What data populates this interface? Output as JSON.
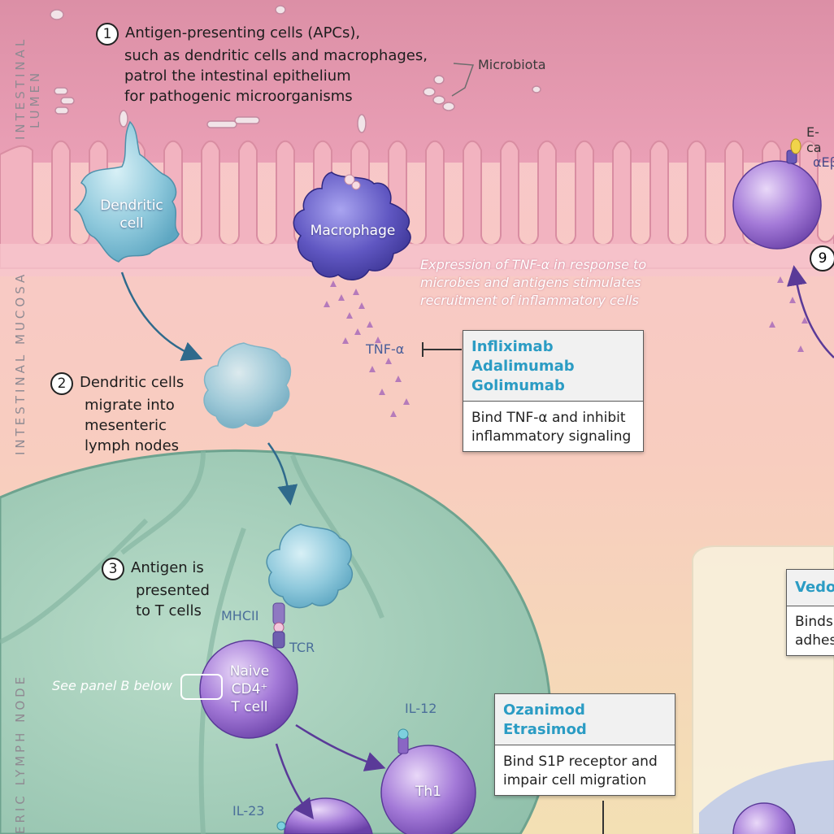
{
  "side_labels": {
    "lumen": [
      "INTESTINAL",
      "LUMEN"
    ],
    "mucosa": "INTESTINAL MUCOSA",
    "lymph_node": "ERIC LYMPH NODE"
  },
  "steps": {
    "s1": {
      "num": "1",
      "lines": [
        "Antigen-presenting cells (APCs),",
        "such as dendritic cells and macrophages,",
        "patrol the intestinal epithelium",
        "for pathogenic microorganisms"
      ]
    },
    "s2": {
      "num": "2",
      "lines": [
        "Dendritic cells",
        "migrate into",
        "mesenteric",
        "lymph nodes"
      ]
    },
    "s3": {
      "num": "3",
      "lines": [
        "Antigen is",
        "presented",
        "to T cells"
      ]
    },
    "s9": {
      "num": "9"
    }
  },
  "labels": {
    "microbiota": "Microbiota",
    "dendritic_cell": [
      "Dendritic",
      "cell"
    ],
    "macrophage": "Macrophage",
    "tnf_expression": [
      "Expression of TNF-α in response to",
      "microbes and antigens stimulates",
      "recruitment of inflammatory cells"
    ],
    "tnf": "TNF-α",
    "mhcii": "MHCII",
    "tcr": "TCR",
    "see_panel": "See panel B below",
    "naive_cell": [
      "Naive",
      "CD4⁺",
      "T cell"
    ],
    "il12": "IL-12",
    "il23": "IL-23",
    "th1": "Th1",
    "ecad_partial": "E-ca",
    "ae_partial": "αEβ"
  },
  "drugs": {
    "tnf_inhibitors": {
      "names": [
        "Infliximab",
        "Adalimumab",
        "Golimumab"
      ],
      "desc": [
        "Bind TNF-α and inhibit",
        "inflammatory signaling"
      ]
    },
    "s1p_modulators": {
      "names": [
        "Ozanimod",
        "Etrasimod"
      ],
      "desc": [
        "Bind S1P receptor and",
        "impair cell migration"
      ]
    },
    "integrin_partial": {
      "names": [
        "Vedo"
      ],
      "desc": [
        "Binds",
        "adhes"
      ]
    }
  },
  "colors": {
    "lumen": "#e69ab0",
    "mucosa": "#f4c3c3",
    "lymph": "#a6cfbc",
    "dendritic": "#9fd3e2",
    "macrophage": "#6a5fc4",
    "tcell": "#9a6fd0",
    "drug_name": "#2b9cc4"
  }
}
